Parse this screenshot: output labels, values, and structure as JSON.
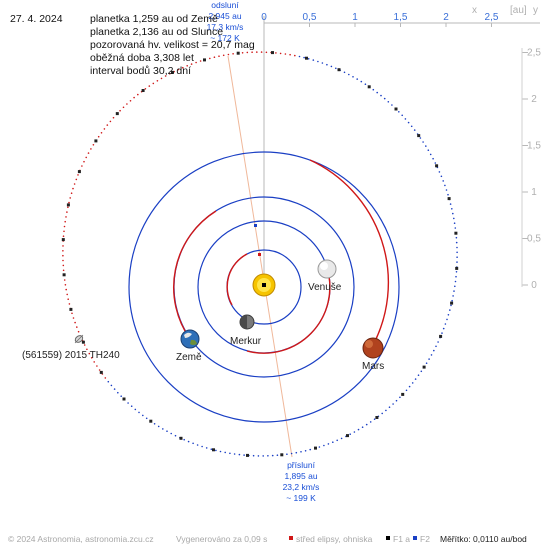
{
  "header": {
    "date": "27. 4. 2024",
    "info_lines": [
      "planetka 1,259 au od Země",
      "planetka 2,136 au od Slunce",
      "pozorovaná hv. velikost = 20,7 mag",
      "oběžná doba 3,308 let",
      "interval bodů 30,2 dní"
    ]
  },
  "axes": {
    "unit_label": "[au]",
    "x_label": "x",
    "y_label": "y",
    "ticks": [
      "0",
      "0,5",
      "1",
      "1,5",
      "2",
      "2,5"
    ]
  },
  "aphelion": {
    "title": "odsluní",
    "lines": [
      "2,945 au",
      "17,3 km/s",
      "~ 172 K"
    ]
  },
  "perihelion": {
    "title": "přísluní",
    "lines": [
      "1,895 au",
      "23,2 km/s",
      "~ 199 K"
    ]
  },
  "bodies": {
    "sun": "",
    "mercury": "Merkur",
    "venus": "Venuše",
    "earth": "Země",
    "mars": "Mars",
    "asteroid": "(561559) 2015 TH240"
  },
  "footer": {
    "copyright": "© 2024 Astronomia, astronomia.zcu.cz",
    "generated": "Vygenerováno za 0,09 s",
    "legend_center": "střed elipsy, ohniska",
    "legend_foci": "F1 a",
    "legend_f2": "F2",
    "scale": "Měřítko: 0,0110 au/bod"
  },
  "colors": {
    "orbit_red": "#d01818",
    "orbit_blue": "#1a3fc4",
    "axis_gray": "#b8b8b8",
    "tick_blue": "#3a6fd8",
    "apsis_line": "#f0b89a",
    "label_blue": "#1a4fd6",
    "footer_gray": "#a8a8a8"
  }
}
